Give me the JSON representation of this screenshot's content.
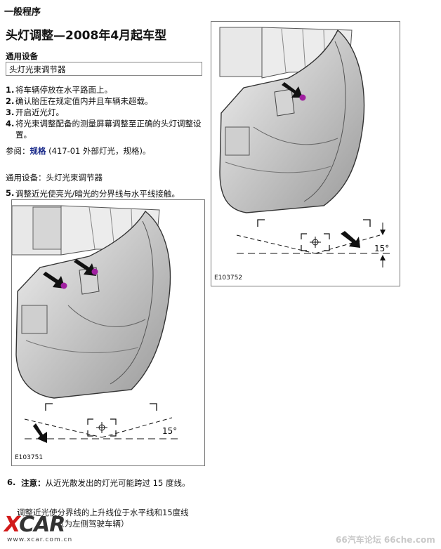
{
  "section_title": "一般程序",
  "page_title": "头灯调整—2008年4月起车型",
  "equipment_heading": "通用设备",
  "equipment_item": "头灯光束调节器",
  "steps": [
    {
      "num": "1.",
      "text": "将车辆停放在水平路面上。"
    },
    {
      "num": "2.",
      "text": "确认胎压在规定值内并且车辆未超载。"
    },
    {
      "num": "3.",
      "text": "开启近光灯。"
    },
    {
      "num": "4.",
      "text": "将光束调整配备的测量屏幕调整至正确的头灯调整设置。"
    }
  ],
  "reference": {
    "prefix": "参阅：",
    "link": "规格",
    "suffix": " (417-01 外部灯光，规格)。"
  },
  "equipment_line": "通用设备：头灯光束调节器",
  "step5": {
    "num": "5.",
    "text": "调整近光使亮光/暗光的分界线与水平线接触。"
  },
  "figure1": {
    "id": "E103751",
    "angle": "15°"
  },
  "figure2": {
    "id": "E103752",
    "angle": "15°"
  },
  "note": {
    "num": "6.",
    "label": "注意：",
    "text": "从近光散发出的灯光可能跨过 15 度线。"
  },
  "adjust_text": "调整近光使分界线的上升线位于水平线和15度线",
  "adjust_text2": "（为左侧驾驶车辆）",
  "logo": {
    "x": "X",
    "rest": "CAR"
  },
  "site": "www.xcar.com.cn",
  "watermark": "66汽车论坛 66che.com"
}
